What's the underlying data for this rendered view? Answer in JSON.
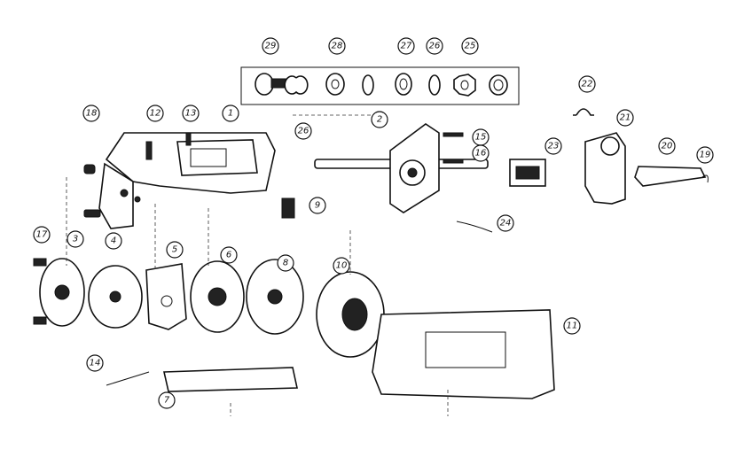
{
  "diagram": {
    "type": "exploded-parts-view",
    "callouts": [
      "29",
      "28",
      "27",
      "26",
      "25",
      "24",
      "12",
      "13",
      "1",
      "18",
      "2",
      "15",
      "16",
      "22",
      "21",
      "23",
      "20",
      "19",
      "9",
      "17",
      "3",
      "4",
      "5",
      "6",
      "8",
      "10",
      "24",
      "11",
      "14",
      "7"
    ]
  }
}
